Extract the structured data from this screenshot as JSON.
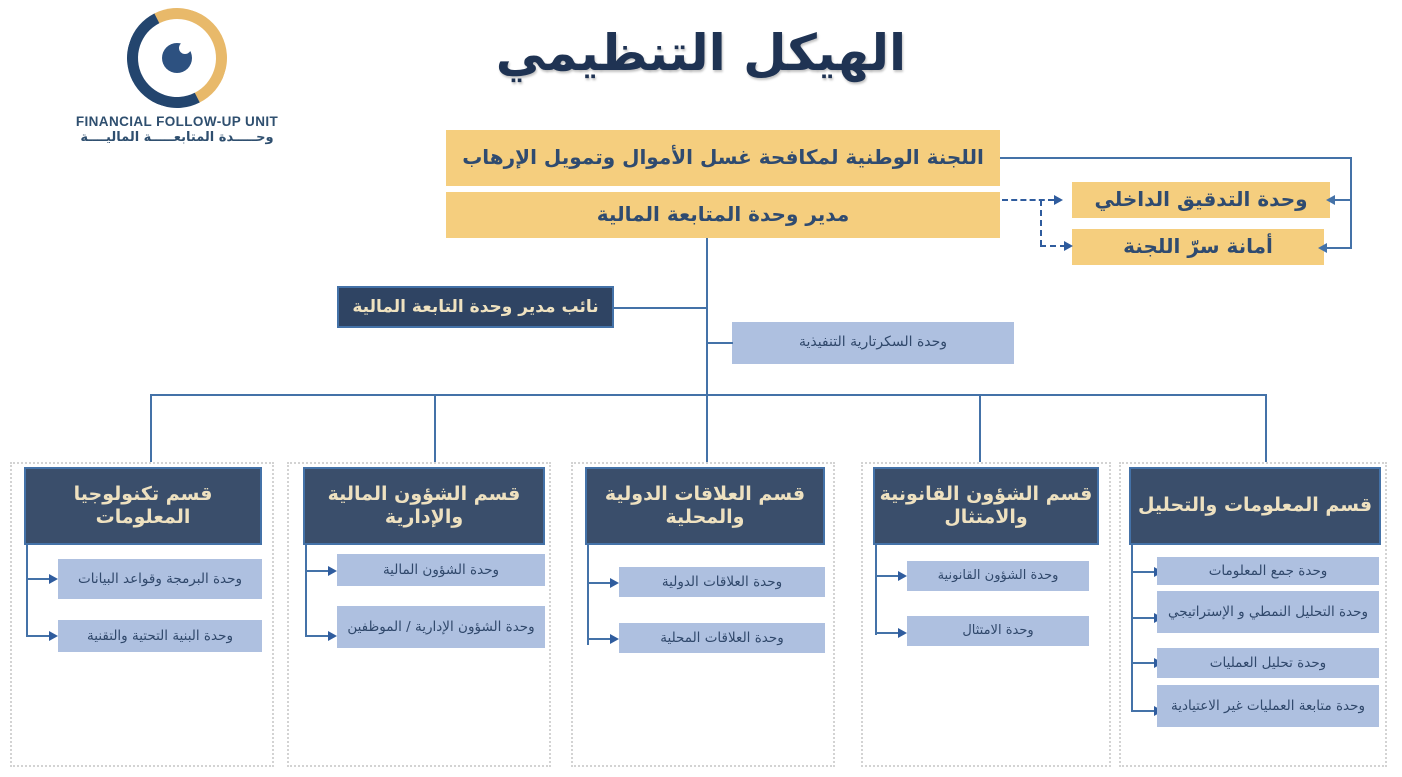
{
  "title": "الهيكل التنظيمي",
  "logo": {
    "english_name": "FINANCIAL FOLLOW-UP UNIT",
    "arabic_name": "وحـــــدة المتابعـــــة الماليــــة",
    "icon": "circular-arrows-logo"
  },
  "colors": {
    "gold": "#f5ce7e",
    "navy": "#2f4463",
    "dept_navy": "#3a4e6b",
    "light_blue": "#aec0e0",
    "connector_blue": "#4472a8",
    "dashed_blue": "#2f5c9e",
    "title_navy": "#1f3353",
    "dept_text": "#eee1c0"
  },
  "top_level": {
    "committee": "اللجنة الوطنية لمكافحة غسل الأموال وتمويل الإرهاب",
    "director": "مدير وحدة المتابعة المالية"
  },
  "side_units": [
    {
      "label": "وحدة التدقيق الداخلي"
    },
    {
      "label": "أمانة سرّ اللجنة"
    }
  ],
  "second_level": {
    "deputy": "نائب مدير وحدة التابعة المالية",
    "secretariat": "وحدة السكرتارية التنفيذية"
  },
  "departments": [
    {
      "name": "قسم تكنولوجيا المعلومات",
      "units": [
        "وحدة البرمجة وقواعد البيانات",
        "وحدة البنية التحتية والتقنية"
      ]
    },
    {
      "name": "قسم الشؤون المالية والإدارية",
      "units": [
        "وحدة الشؤون المالية",
        "وحدة الشؤون الإدارية / الموظفين"
      ]
    },
    {
      "name": "قسم العلاقات الدولية والمحلية",
      "units": [
        "وحدة العلاقات الدولية",
        "وحدة العلاقات المحلية"
      ]
    },
    {
      "name": "قسم الشؤون القانونية والامتثال",
      "units": [
        "وحدة الشؤون القانونية",
        "وحدة الامتثال"
      ]
    },
    {
      "name": "قسم المعلومات والتحليل",
      "units": [
        "وحدة جمع المعلومات",
        "وحدة التحليل النمطي و الإستراتيجي",
        "وحدة تحليل العمليات",
        "وحدة متابعة العمليات غير الاعتيادية"
      ]
    }
  ]
}
